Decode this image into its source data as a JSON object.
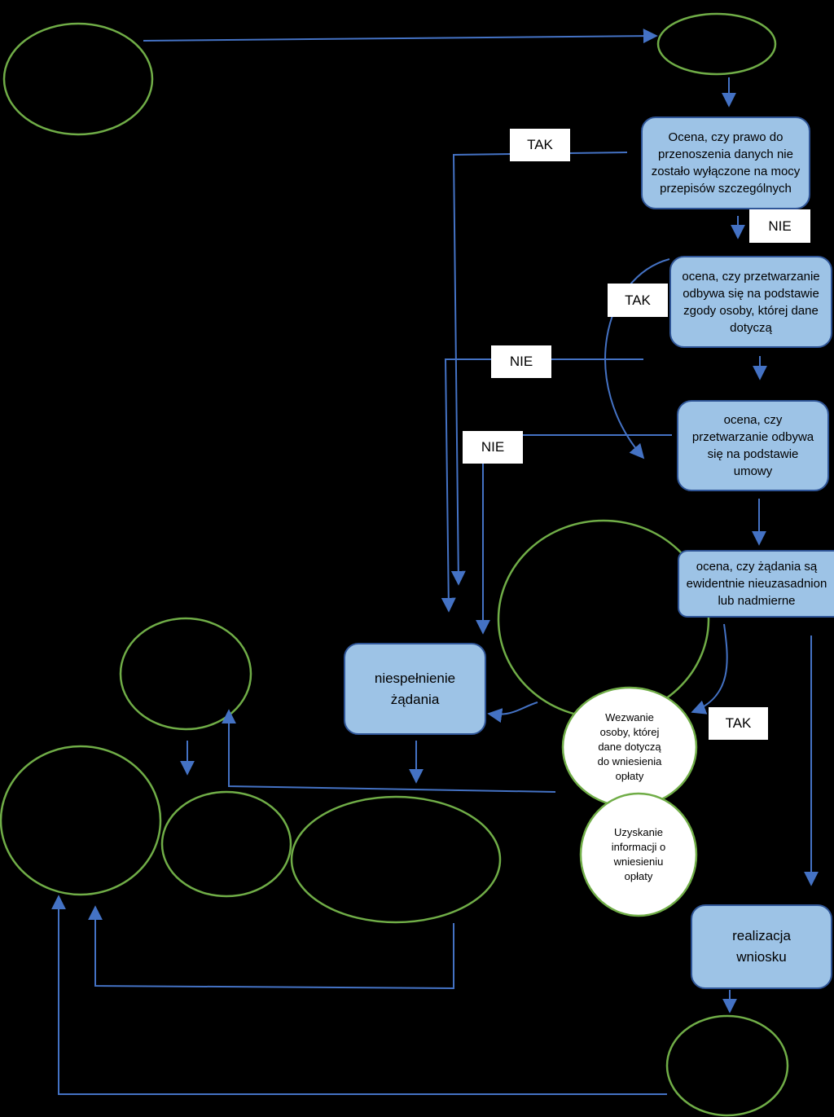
{
  "boxes": {
    "exclusion_check": "Ocena, czy prawo do\nprzenoszenia danych nie\nzostało wyłączone na mocy\nprzepisów szczególnych",
    "consent_check": "ocena, czy przetwarzanie\nodbywa się na podstawie\nzgody osoby, której dane\ndotyczą",
    "contract_check": "ocena, czy\nprzetwarzanie odbywa\nsię na podstawie\numowy",
    "unfounded_check": "ocena, czy żądania są\newidentnie nieuzasadnion\nlub nadmierne",
    "rejection": "niespełnienie\nżądania",
    "fulfilment": "realizacja\nwniosku"
  },
  "circles": {
    "fee_request": "Wezwanie\nosoby, której\ndane dotyczą\ndo wniesienia\nopłaty",
    "fee_confirmation": "Uzyskanie\ninformacji o\nwniesieniu\nopłaty"
  },
  "labels": {
    "tak_1": "TAK",
    "nie_1": "NIE",
    "tak_2": "TAK",
    "nie_2": "NIE",
    "nie_3": "NIE",
    "tak_3": "TAK"
  },
  "colors": {
    "background": "#000000",
    "box_fill": "#9dc3e6",
    "box_border": "#2f5597",
    "arrow": "#4472c4",
    "ellipse_outline": "#70ad47"
  }
}
